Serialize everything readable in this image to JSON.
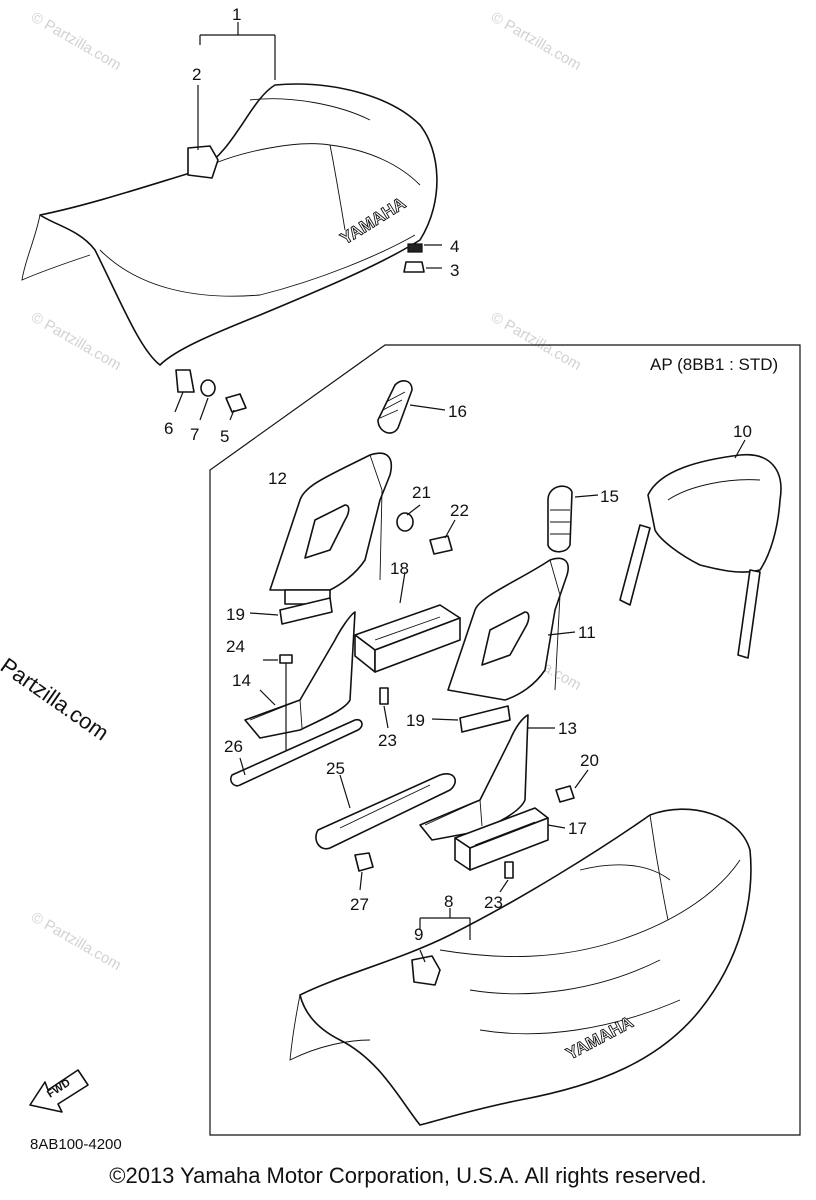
{
  "diagram": {
    "code": "8AB100-4200",
    "variant_label": "AP (8BB1 : STD)",
    "fwd_label": "FWD",
    "brand_text": "YAMAHA",
    "copyright": "©2013 Yamaha Motor Corporation, U.S.A. All rights reserved.",
    "side_watermark": "© Partzilla.com",
    "watermark": "© Partzilla.com",
    "callouts": [
      "1",
      "2",
      "3",
      "4",
      "5",
      "6",
      "7",
      "8",
      "9",
      "10",
      "11",
      "12",
      "13",
      "14",
      "15",
      "16",
      "17",
      "18",
      "19",
      "19",
      "20",
      "21",
      "22",
      "23",
      "23",
      "24",
      "25",
      "26",
      "27"
    ]
  }
}
